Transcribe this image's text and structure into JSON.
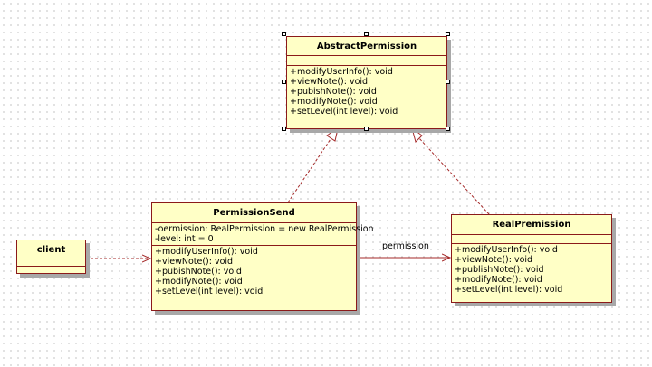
{
  "classes": {
    "abstract_permission": {
      "name": "AbstractPermission",
      "methods": [
        "+modifyUserInfo(): void",
        "+viewNote(): void",
        "+pubishNote(): void",
        "+modifyNote(): void",
        "+setLevel(int level): void"
      ]
    },
    "permission_send": {
      "name": "PermissionSend",
      "attributes": [
        "-oermission: RealPermission = new RealPermission",
        "-level: int = 0"
      ],
      "methods": [
        "+modifyUserInfo(): void",
        "+viewNote(): void",
        "+pubishNote(): void",
        "+modifyNote(): void",
        "+setLevel(int level): void"
      ]
    },
    "real_premission": {
      "name": "RealPremission",
      "methods": [
        "+modifyUserInfo(): void",
        "+viewNote(): void",
        "+publishNote(): void",
        "+modifyNote(): void",
        "+setLevel(int level): void"
      ]
    },
    "client": {
      "name": "client"
    }
  },
  "relations": {
    "association_label": "permission"
  },
  "colors": {
    "box_fill": "#ffffc6",
    "box_border": "#8b1a1a",
    "edge": "#a52a2a"
  }
}
